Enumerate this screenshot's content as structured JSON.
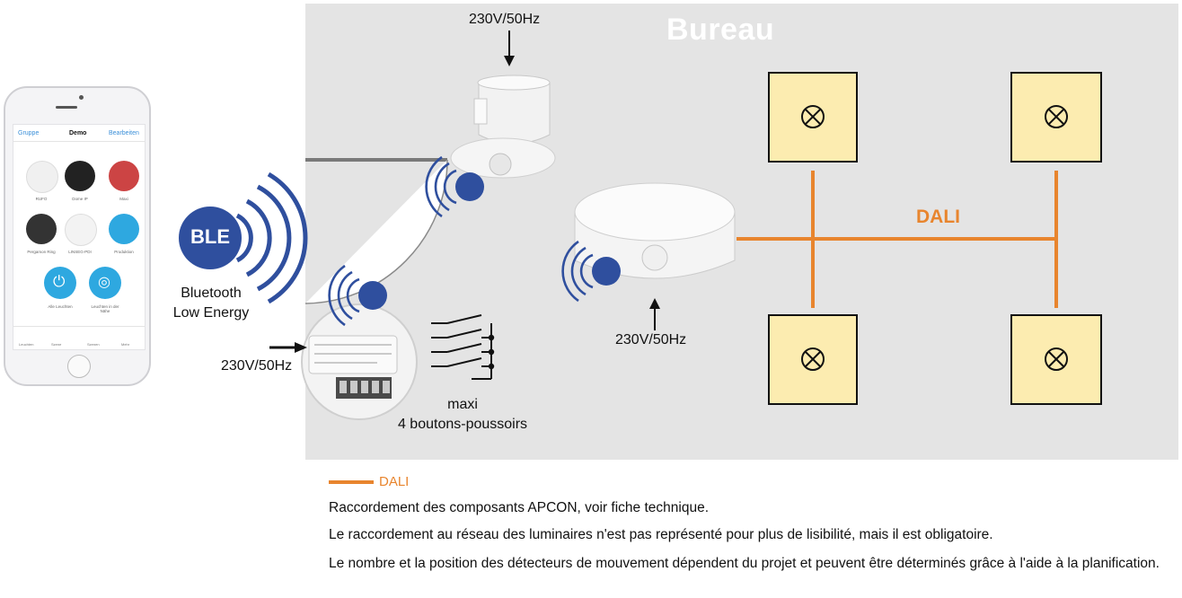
{
  "room": {
    "title": "Bureau"
  },
  "ble": {
    "badge": "BLE",
    "caption_line1": "Bluetooth",
    "caption_line2": "Low Energy"
  },
  "power": {
    "ceiling_sensor": "230V/50Hz",
    "button_module": "230V/50Hz",
    "dali_gateway": "230V/50Hz"
  },
  "buttons": {
    "line1": "maxi",
    "line2": "4 boutons-poussoirs"
  },
  "bus": {
    "label": "DALI"
  },
  "legend": {
    "dali": "DALI"
  },
  "notes": [
    "Raccordement des composants APCON, voir fiche technique.",
    "Le raccordement au réseau des luminaires n'est pas représenté pour plus de lisibilité, mais il est obligatoire.",
    "Le nombre et la position des détecteurs de mouvement dépendent du projet et peuvent être déterminés grâce à l'aide à la planification."
  ],
  "phone_app": {
    "tab_left": "Gruppe",
    "tab_center": "Demo",
    "tab_right": "Bearbeiten",
    "tiles": [
      "RUFO",
      "Dome IP",
      "Maxi",
      "Pergamon Ring",
      "LINSEG-PDI",
      "Produktion"
    ],
    "actions": [
      "Alle Leuchten",
      "Leuchten in der Nähe"
    ],
    "footer": [
      "Leuchten",
      "Szene",
      "Szenen",
      "Mehr"
    ]
  },
  "colors": {
    "dali": "#e8852e",
    "ble_blue": "#2f4f9e",
    "room_bg": "#e4e4e4",
    "luminaire_fill": "#fcecb0"
  },
  "icons": {
    "luminaire": "lamp-cross-icon",
    "wireless": "wireless-waves-icon",
    "power_arrow": "arrow-icon"
  }
}
